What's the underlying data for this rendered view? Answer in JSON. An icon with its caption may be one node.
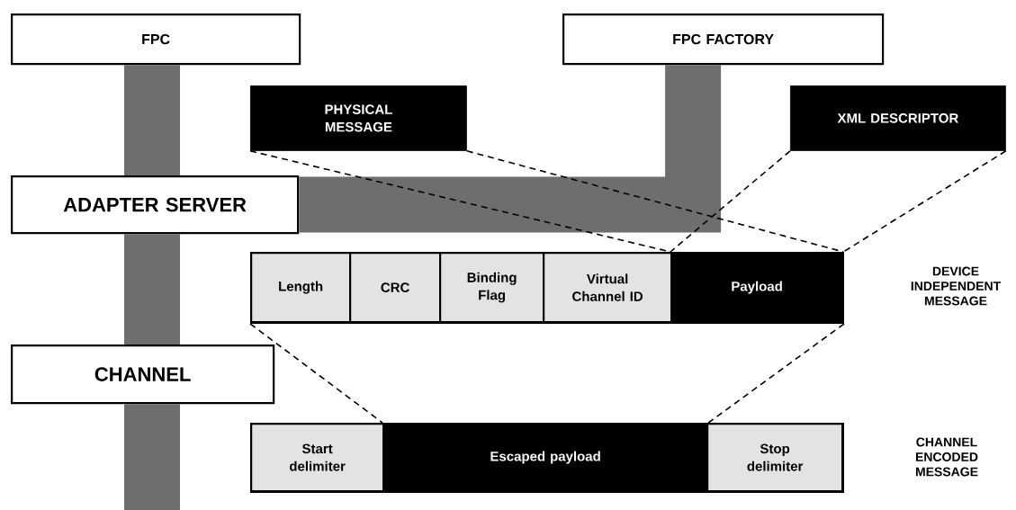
{
  "diagram": {
    "nodes": [
      {
        "text": [
          "FPC"
        ]
      },
      {
        "text": [
          "FPC FACTORY"
        ]
      },
      {
        "text": [
          "PHYSICAL MESSAGE"
        ]
      },
      {
        "text": [
          "XML DESCRIPTOR"
        ]
      },
      {
        "text": [
          "ADAPTER SERVER"
        ]
      },
      {
        "text": [],
        "shape": "box"
      },
      {
        "text": [
          "Length"
        ],
        "in": 5
      },
      {
        "text": [
          "CRC"
        ],
        "in": 5
      },
      {
        "text": [
          "Binding Flag"
        ],
        "in": 5
      },
      {
        "text": [
          "Virtual Channel ID"
        ],
        "in": 5
      },
      {
        "text": [
          "Payload"
        ],
        "in": 5
      },
      {
        "text": [
          "CHANNEL"
        ]
      },
      {
        "text": [],
        "shape": "box"
      },
      {
        "text": [
          "Start delimiter"
        ],
        "in": 12
      },
      {
        "text": [
          "Escaped payload"
        ],
        "in": 12
      },
      {
        "text": [
          "Stop delimiter"
        ],
        "in": 12
      }
    ],
    "edges": [
      {
        "from": 0,
        "to": 4,
        "arrow": "none",
        "style": "thick",
        "color": "#6e6e6e"
      },
      {
        "from": 1,
        "to": 4,
        "arrow": "none",
        "style": "thick",
        "color": "#6e6e6e"
      },
      {
        "from": 4,
        "to": 11,
        "arrow": "none",
        "style": "thick",
        "color": "#6e6e6e"
      },
      {
        "from": 11,
        "to": null,
        "arrow": "none",
        "style": "thick",
        "color": "#6e6e6e"
      },
      {
        "from": 2,
        "to": 10,
        "arrow": "none",
        "style": "dashed"
      },
      {
        "from": 2,
        "to": 10,
        "arrow": "none",
        "style": "dashed"
      },
      {
        "from": 3,
        "to": 10,
        "arrow": "none",
        "style": "dashed"
      },
      {
        "from": 3,
        "to": 10,
        "arrow": "none",
        "style": "dashed"
      },
      {
        "from": 5,
        "to": 14,
        "arrow": "none",
        "style": "dashed"
      },
      {
        "from": 5,
        "to": 14,
        "arrow": "none",
        "style": "dashed"
      }
    ],
    "labels": [
      "DEVICE INDEPENDENT MESSAGE",
      "CHANNEL ENCODED MESSAGE"
    ]
  }
}
